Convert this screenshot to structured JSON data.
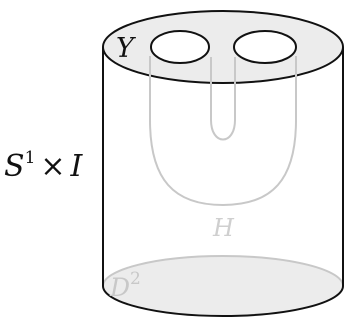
{
  "diagram": {
    "labels": {
      "top_region": "Y",
      "bottom_disk": "D",
      "bottom_disk_exponent": "2",
      "handle": "H",
      "side_base": "S",
      "side_exponent": "1",
      "side_times": "×",
      "side_interval": "I"
    },
    "colors": {
      "ink": "#111111",
      "disk_fill": "#ececec",
      "faded_stroke": "#c8c8c8",
      "faded_label": "#cfcfcf",
      "background": "#ffffff"
    }
  }
}
